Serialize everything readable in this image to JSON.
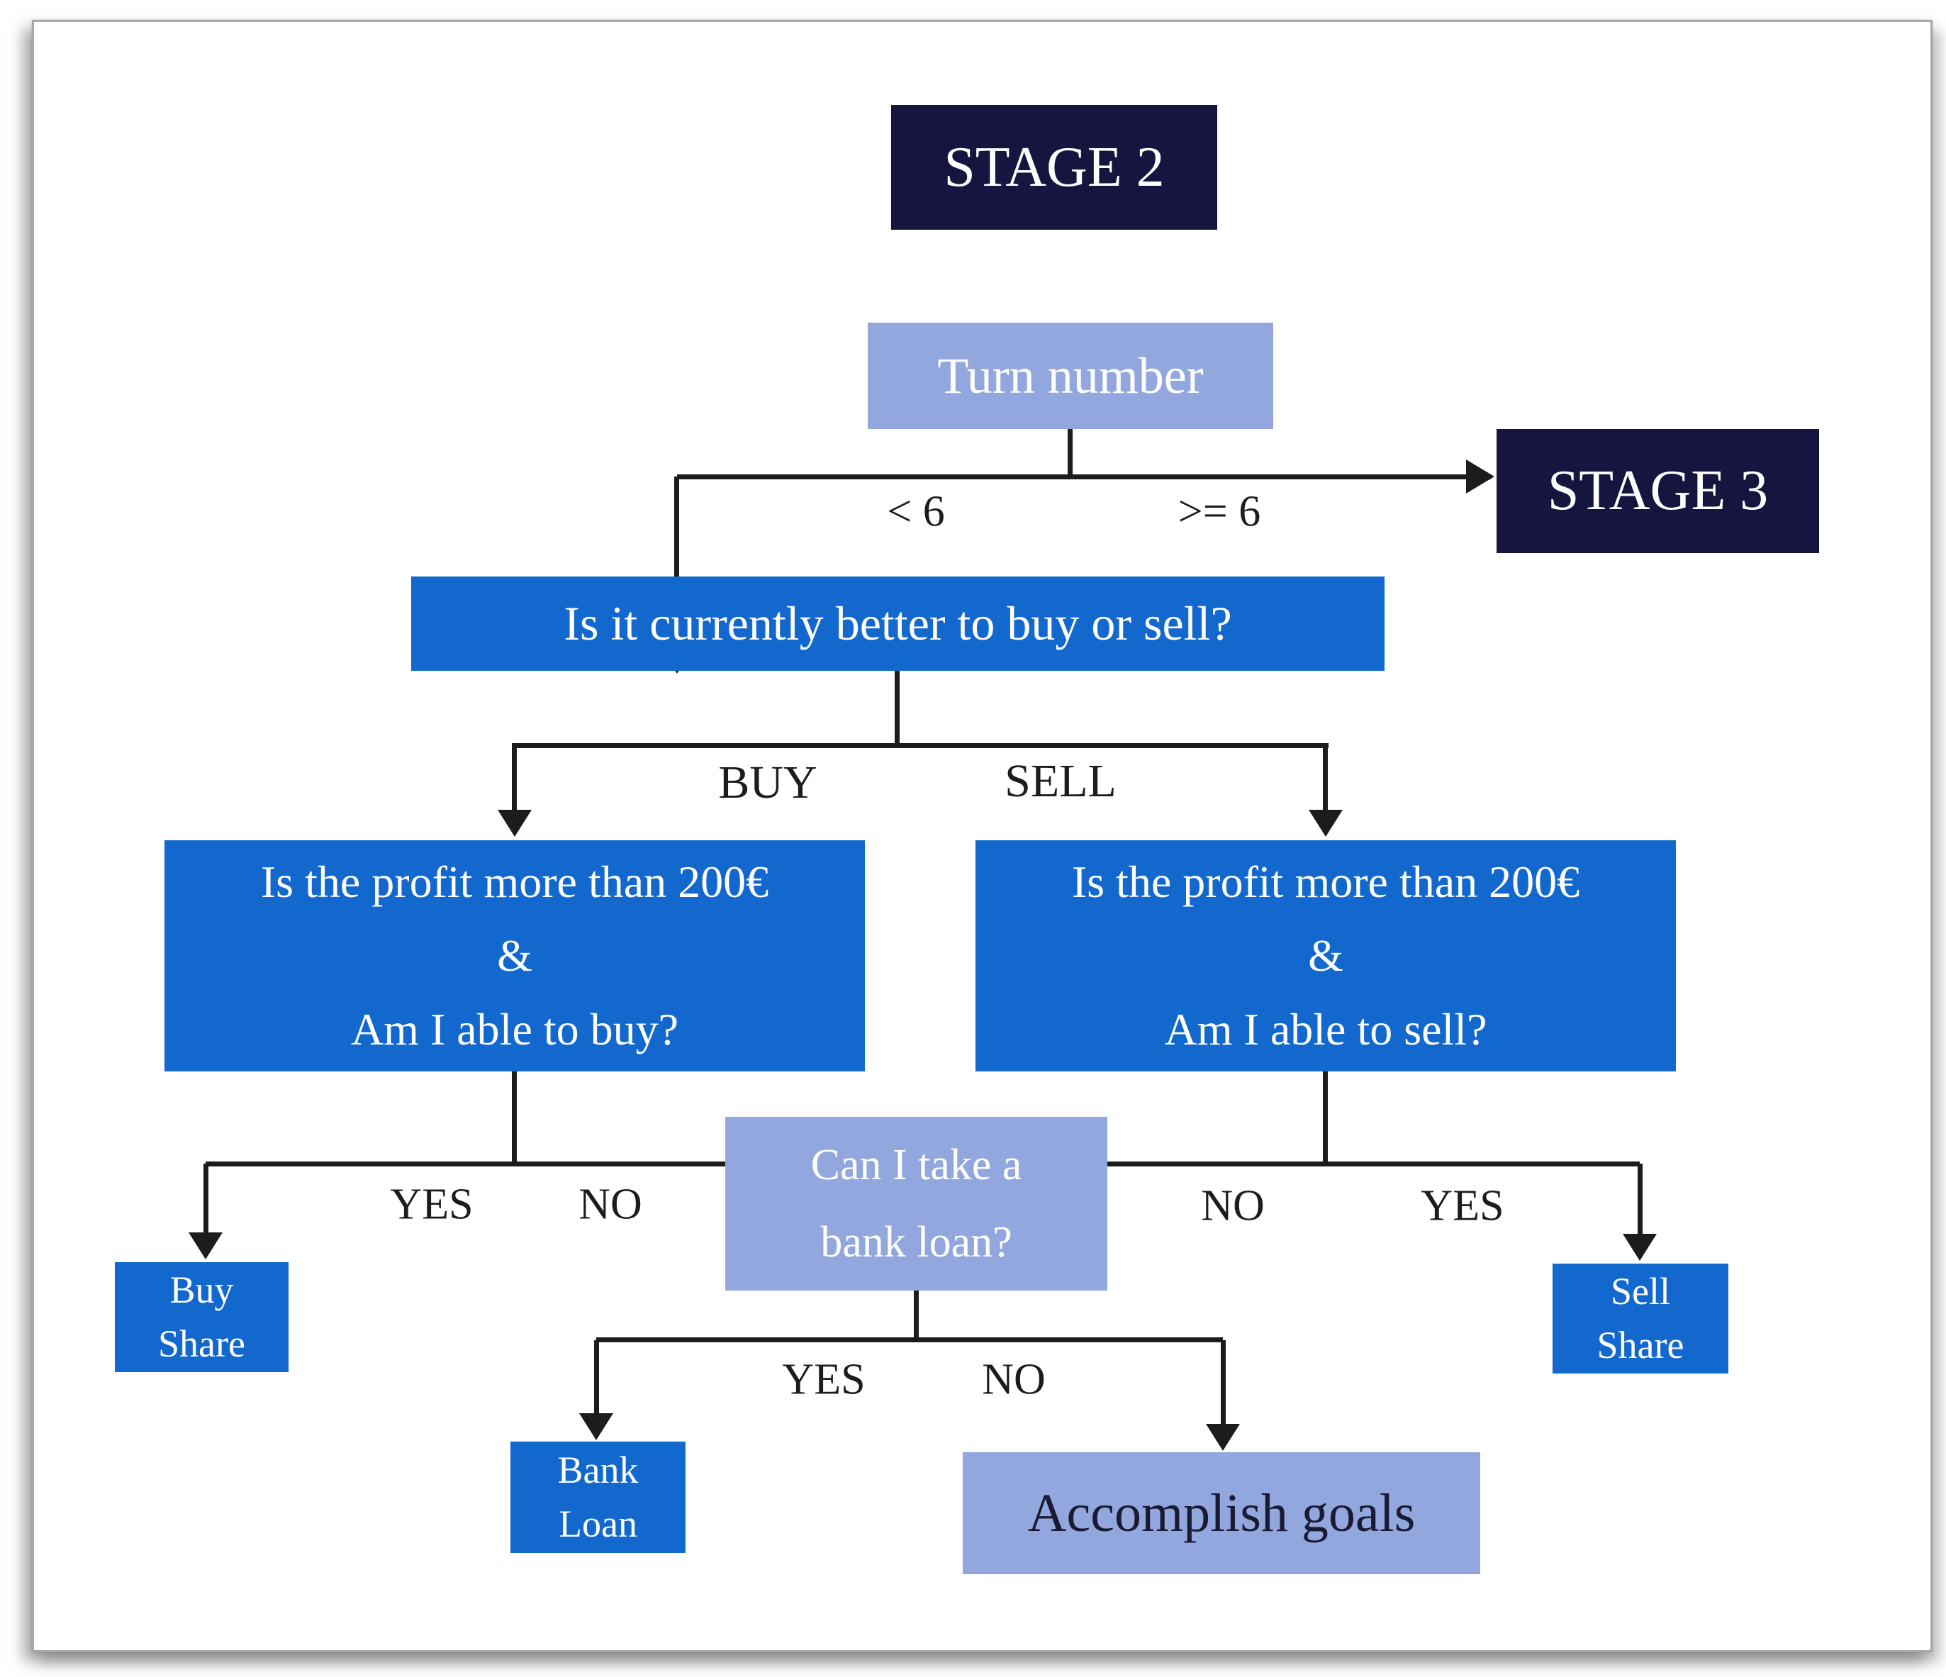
{
  "diagram": {
    "title": "STAGE 2",
    "type": "decision flowchart",
    "colors": {
      "navy": "#15153f",
      "blue": "#1268cd",
      "periwinkle": "#92a7de",
      "connector": "#1c1c1c",
      "text_light": "#ffffff",
      "text_dark": "#1a1a33",
      "slide_border": "#a8a8a8",
      "background": "#ffffff"
    },
    "nodes": {
      "stage2": {
        "label": "STAGE 2"
      },
      "turn_number": {
        "label": "Turn number"
      },
      "stage3": {
        "label": "STAGE 3"
      },
      "buy_or_sell_question": {
        "label": "Is it currently better to buy or sell?"
      },
      "profit_buy_question": {
        "line1": "Is the profit more than 200€",
        "line2": "&",
        "line3": "Am I able to buy?"
      },
      "profit_sell_question": {
        "line1": "Is the profit more than 200€",
        "line2": "&",
        "line3": "Am I able to sell?"
      },
      "bank_loan_question": {
        "line1": "Can I take a",
        "line2": "bank loan?"
      },
      "buy_share": {
        "line1": "Buy",
        "line2": "Share"
      },
      "sell_share": {
        "line1": "Sell",
        "line2": "Share"
      },
      "bank_loan": {
        "line1": "Bank",
        "line2": "Loan"
      },
      "accomplish_goals": {
        "label": "Accomplish goals"
      }
    },
    "edge_labels": {
      "turn_lt_6": "< 6",
      "turn_gte_6": ">= 6",
      "buy": "BUY",
      "sell": "SELL",
      "yes_left": "YES",
      "no_left": "NO",
      "no_right": "NO",
      "yes_right": "YES",
      "yes_bottom": "YES",
      "no_bottom": "NO"
    }
  }
}
